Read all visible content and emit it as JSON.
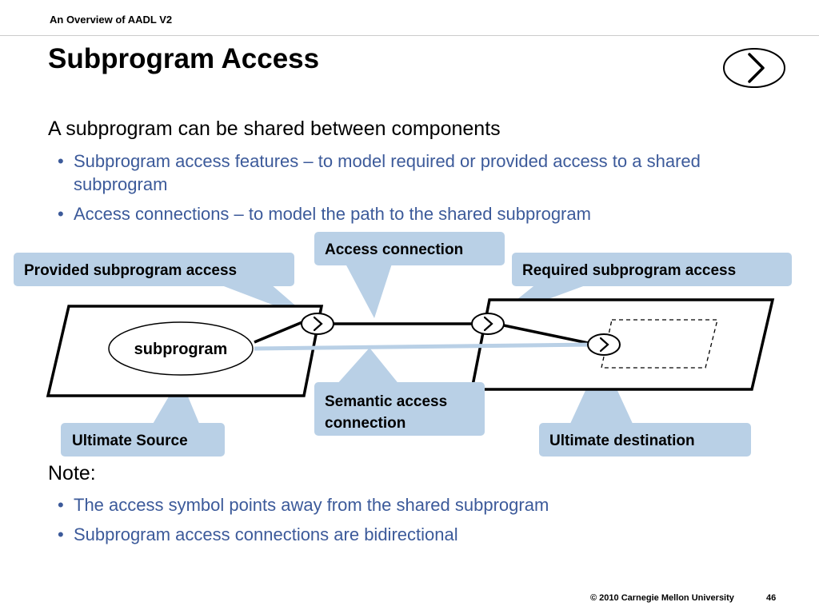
{
  "header": {
    "label": "An Overview of AADL V2"
  },
  "title": "Subprogram Access",
  "intro": "A subprogram can be shared between components",
  "bullets": [
    "Subprogram access features – to model required or provided access to a shared subprogram",
    "Access connections – to model the path to the shared subprogram"
  ],
  "diagram": {
    "callouts": {
      "access_connection": "Access connection",
      "provided_access": "Provided subprogram access",
      "required_access": "Required subprogram access",
      "semantic_line1": "Semantic access",
      "semantic_line2": "connection",
      "ultimate_source": "Ultimate Source",
      "ultimate_destination": "Ultimate destination"
    },
    "subprogram_label": "subprogram",
    "colors": {
      "callout_fill": "#b9d0e6",
      "semantic_line": "#b9d0e6",
      "outline": "#000000"
    }
  },
  "note": {
    "heading": "Note:",
    "bullets": [
      "The access symbol points away from the shared subprogram",
      "Subprogram access connections are bidirectional"
    ]
  },
  "footer": {
    "copyright": "© 2010 Carnegie Mellon University",
    "page_number": "46"
  },
  "colors": {
    "bullet_text": "#3c5a9a"
  }
}
